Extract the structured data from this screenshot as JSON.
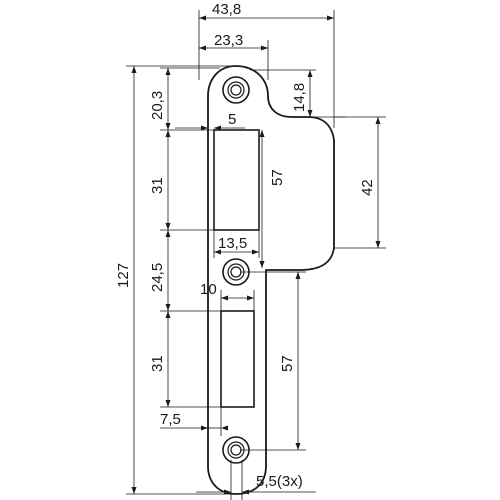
{
  "part": {
    "dimensions": {
      "overall_width": "43,8",
      "plate_width": "23,3",
      "top_hole_offset": "14,8",
      "top_to_first_slot": "20,3",
      "slot_inset": "5",
      "upper_slot_height": "31",
      "slot_to_hole": "57",
      "lip_height": "42",
      "upper_slot_width": "13,5",
      "slot_spacing": "24,5",
      "lower_slot_width": "10",
      "lower_slot_height": "31",
      "lower_slot_to_hole": "57",
      "total_height": "127",
      "lower_slot_inset": "7,5",
      "screw_hole": "5,5(3x)"
    }
  }
}
